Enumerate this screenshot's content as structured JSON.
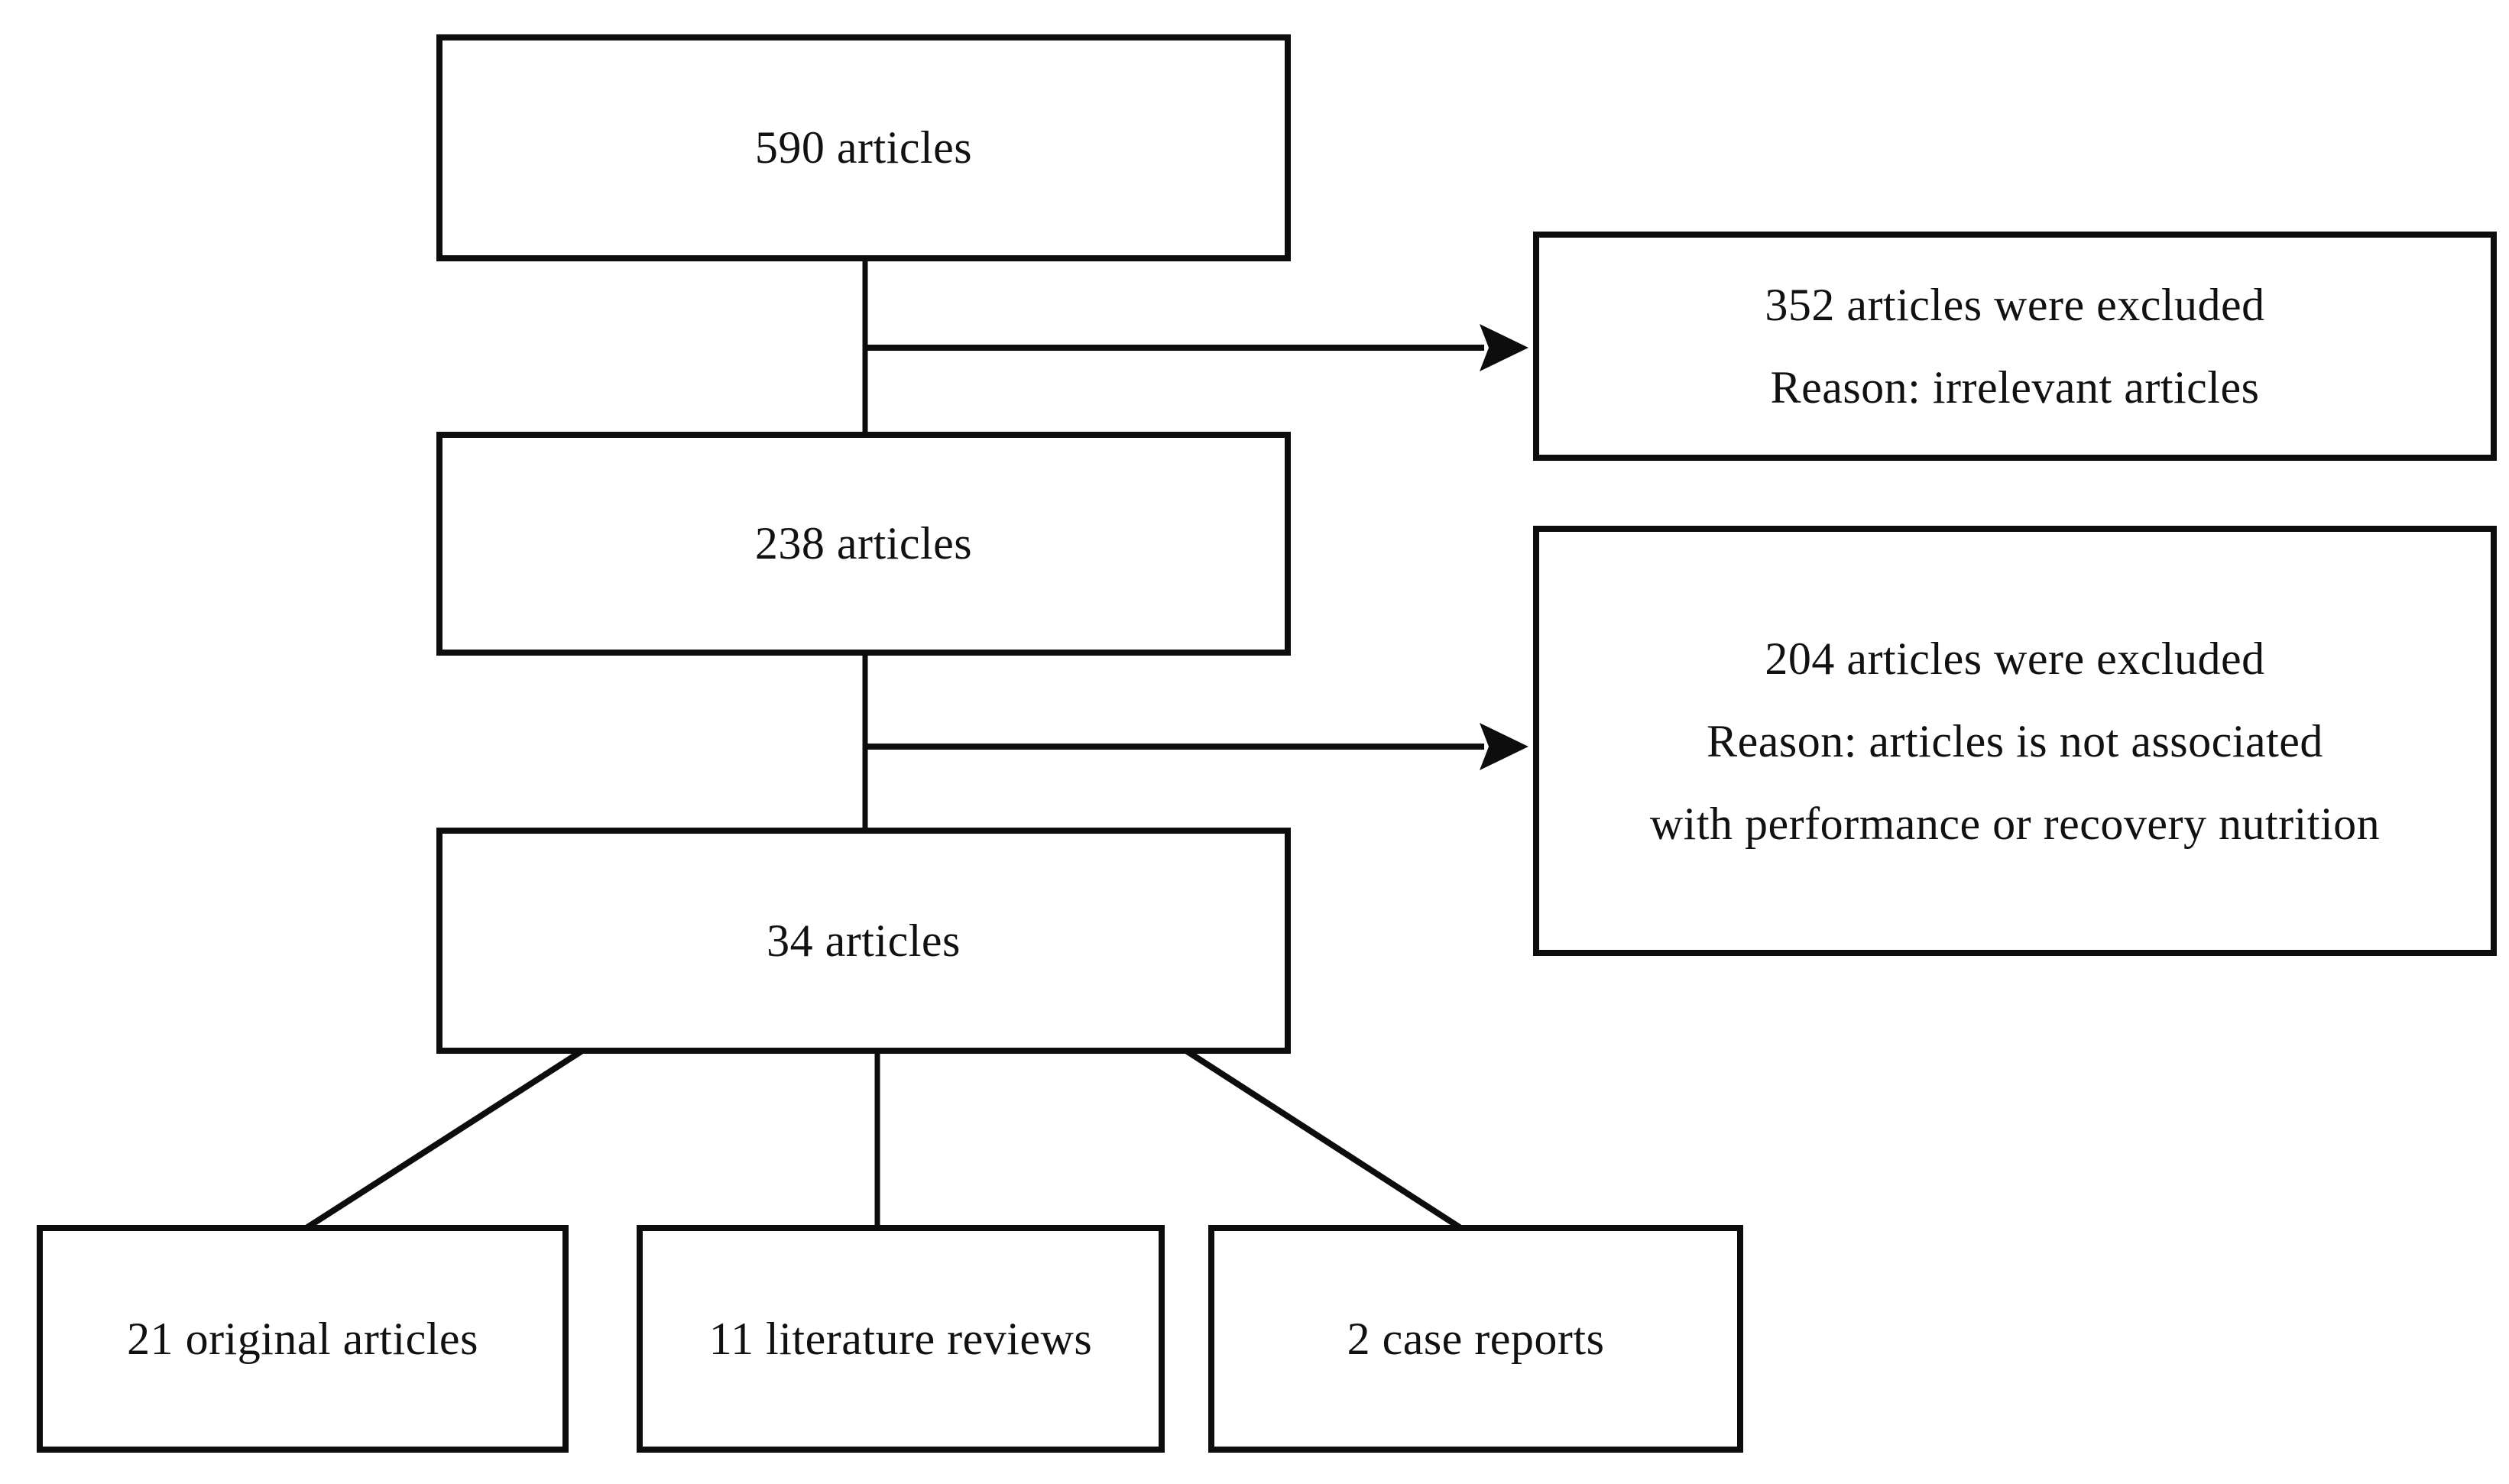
{
  "diagram": {
    "type": "flowchart",
    "background_color": "#ffffff",
    "line_color": "#0d0d0d",
    "box_fill_color": "#ffffff",
    "nodes": {
      "stage_initial": {
        "label": "590 articles"
      },
      "stage_screened": {
        "label": "238 articles"
      },
      "stage_included": {
        "label": "34 articles"
      },
      "excluded_first": {
        "line1": "352 articles were excluded",
        "line2": "Reason: irrelevant articles"
      },
      "excluded_second": {
        "line1": "204 articles were excluded",
        "line2": "Reason: articles is not associated",
        "line3": "with performance or recovery nutrition"
      },
      "result_original": {
        "label": "21 original articles"
      },
      "result_reviews": {
        "label": "11 literature reviews"
      },
      "result_cases": {
        "label": "2 case reports"
      }
    },
    "edges": [
      {
        "from": "590 articles",
        "to": "238 articles",
        "style": "line"
      },
      {
        "from": "590 articles",
        "to": "352 articles were excluded",
        "style": "arrow"
      },
      {
        "from": "238 articles",
        "to": "34 articles",
        "style": "line"
      },
      {
        "from": "238 articles",
        "to": "204 articles were excluded",
        "style": "arrow"
      },
      {
        "from": "34 articles",
        "to": "21 original articles",
        "style": "line"
      },
      {
        "from": "34 articles",
        "to": "11 literature reviews",
        "style": "line"
      },
      {
        "from": "34 articles",
        "to": "2 case reports",
        "style": "line"
      }
    ]
  }
}
